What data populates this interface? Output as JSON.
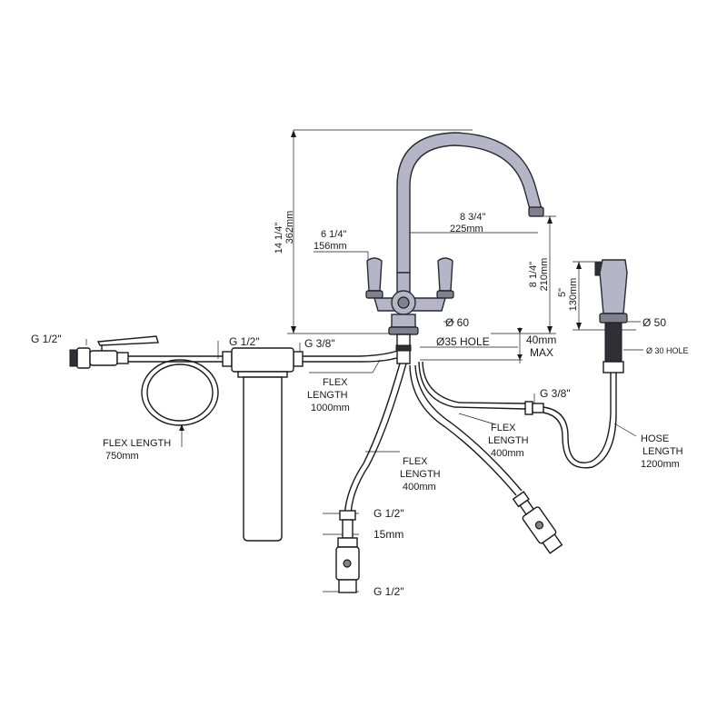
{
  "labels": {
    "height_in": "14 1/4\"",
    "height_mm": "362mm",
    "lever_in": "6 1/4\"",
    "lever_mm": "156mm",
    "reach_in": "8 3/4\"",
    "reach_mm": "225mm",
    "spout_h_in": "8 1/4\"",
    "spout_h_mm": "210mm",
    "spray_in": "5\"",
    "spray_mm": "130mm",
    "base_dia": "Ø 60",
    "spray_dia": "Ø 50",
    "hole": "Ø35 HOLE",
    "spray_hole": "Ø 30 HOLE",
    "deck_thickness": "40mm",
    "deck_max": "MAX",
    "valve_inlet": "G 1/2\"",
    "filter_inlet": "G 1/2\"",
    "filter_outlet": "G 3/8\"",
    "spray_conn": "G 3/8\"",
    "flex_1000_a": "FLEX",
    "flex_1000_b": "LENGTH",
    "flex_1000_c": "1000mm",
    "flex_400_a_a": "FLEX",
    "flex_400_a_b": "LENGTH",
    "flex_400_a_c": "400mm",
    "flex_400_b_a": "FLEX",
    "flex_400_b_b": "LENGTH",
    "flex_400_b_c": "400mm",
    "flex_750_a": "FLEX LENGTH",
    "flex_750_b": "750mm",
    "hose_a": "HOSE",
    "hose_b": "LENGTH",
    "hose_c": "1200mm",
    "g_half_upper": "G 1/2\"",
    "mm15": "15mm",
    "g_half_lower": "G 1/2\""
  }
}
